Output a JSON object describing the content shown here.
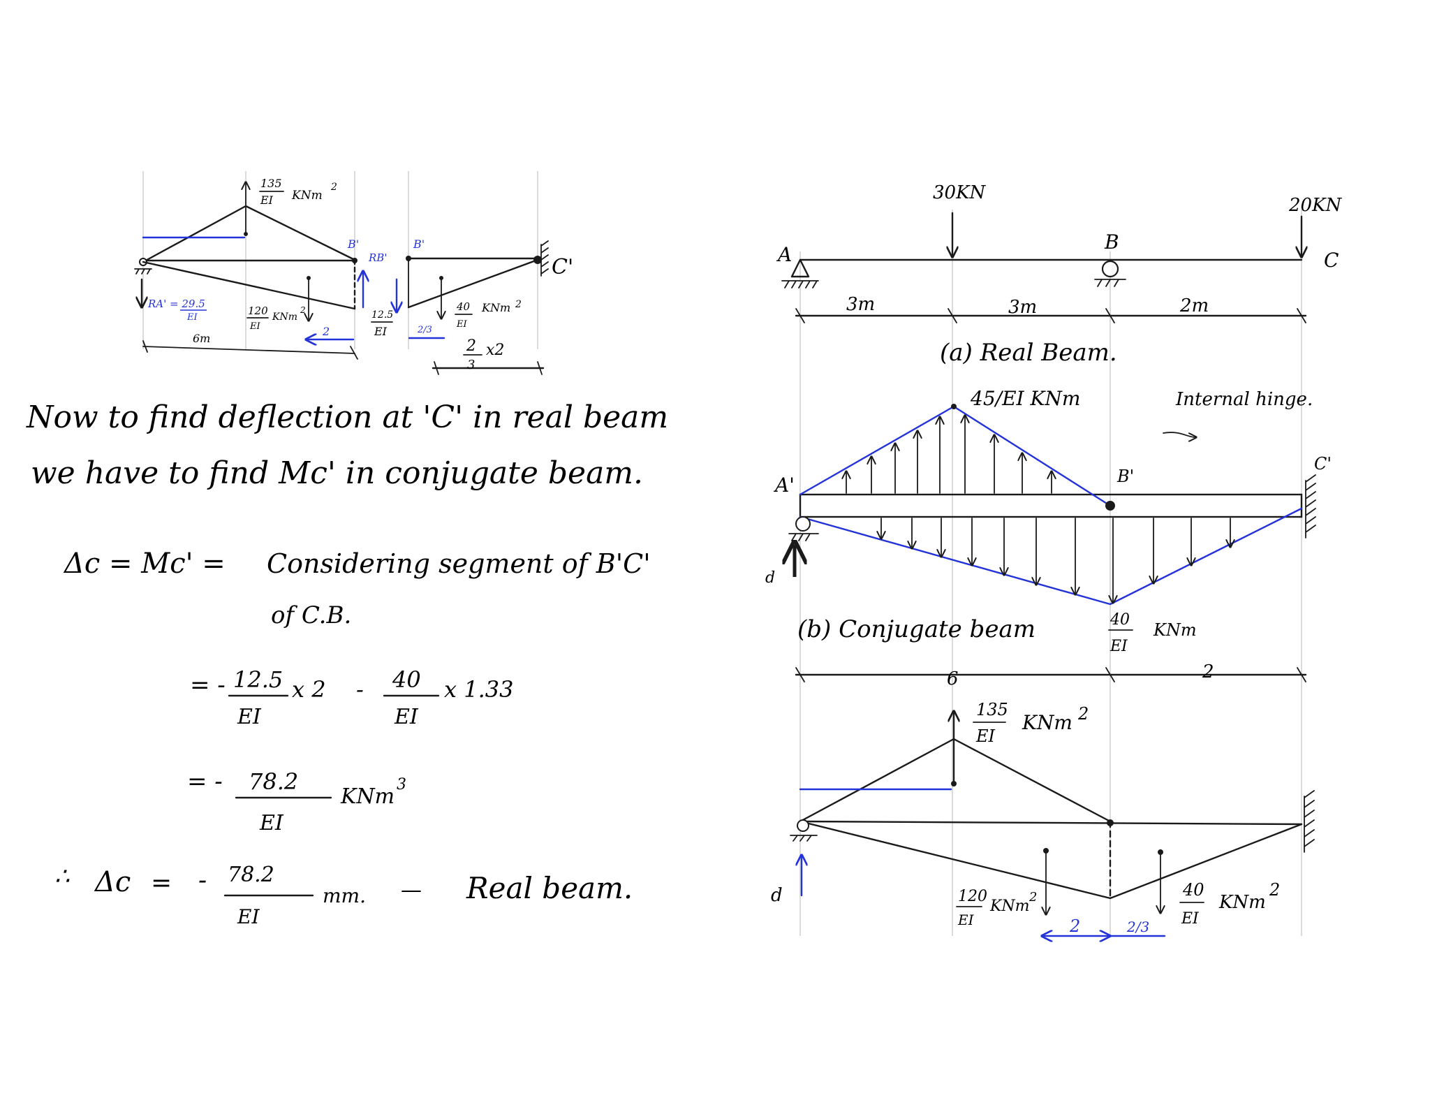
{
  "colors": {
    "ink": "#1a1a1a",
    "accent": "#2433d9",
    "guide": "#cfcfcf"
  },
  "small_sketch": {
    "load_top": "135",
    "load_top_den": "EI",
    "load_top_unit": "KNm",
    "load_top_exp": "2",
    "label_b": "B'",
    "label_b2": "B'",
    "label_c": "C'",
    "reaction_b": "RB'",
    "reaction_a": "RA' = 29.5",
    "reaction_a_den": "EI",
    "load_left": "120",
    "load_left_den": "EI",
    "load_left_unit": "KNm",
    "load_left_exp": "2",
    "load_b": "12.5",
    "load_b_den": "EI",
    "load_right": "40",
    "load_right_den": "EI",
    "load_right_unit": "KNm",
    "load_right_exp": "2",
    "dim_6m": "6m",
    "dim_2": "2",
    "dim_23": "2/3",
    "dim_frac_num": "2",
    "dim_frac_den": "3",
    "dim_times": "x2"
  },
  "notes": {
    "line1": "Now to find deflection at 'C' in real beam",
    "line2": "we have to find Mc' in conjugate beam.",
    "eq_lhs": "Δc = Mc' =",
    "eq_text": "Considering segment of B'C'",
    "eq_text2": "of C.B.",
    "eq1_prefix": "= -",
    "eq1_num1": "12.5",
    "eq1_den1": "EI",
    "eq1_mult1": "x 2",
    "eq1_minus": "-",
    "eq1_num2": "40",
    "eq1_den2": "EI",
    "eq1_mult2": "x 1.33",
    "eq2_prefix": "= -",
    "eq2_num": "78.2",
    "eq2_den": "EI",
    "eq2_unit": "KNm",
    "eq2_exp": "3",
    "therefore": "∴",
    "final_lhs": "Δc",
    "final_eq": "=",
    "final_minus": "-",
    "final_num": "78.2",
    "final_den": "EI",
    "final_unit": "mm.",
    "final_dash": "—",
    "final_text": "Real beam."
  },
  "real_beam": {
    "load_1": "30KN",
    "load_2": "20KN",
    "label_a": "A",
    "label_b": "B",
    "label_c": "C",
    "span_1": "3m",
    "span_2": "3m",
    "span_3": "2m",
    "caption": "(a) Real Beam."
  },
  "conjugate_beam": {
    "peak_label": "45/EI KNm",
    "hinge_note": "Internal hinge.",
    "label_a": "A'",
    "label_b": "B'",
    "label_c": "C'",
    "label_d": "d",
    "caption": "(b) Conjugate beam",
    "low_load_num": "40",
    "low_load_den": "EI",
    "low_load_unit": "KNm",
    "dim_6": "6",
    "dim_2": "2"
  },
  "load_sketch": {
    "top_num": "135",
    "top_den": "EI",
    "top_unit": "KNm",
    "top_exp": "2",
    "left_num": "120",
    "left_den": "EI",
    "left_unit": "KNm",
    "left_exp": "2",
    "right_num": "40",
    "right_den": "EI",
    "right_unit": "KNm",
    "right_exp": "2",
    "dim_2": "2",
    "dim_23": "2/3",
    "label_d": "d"
  }
}
